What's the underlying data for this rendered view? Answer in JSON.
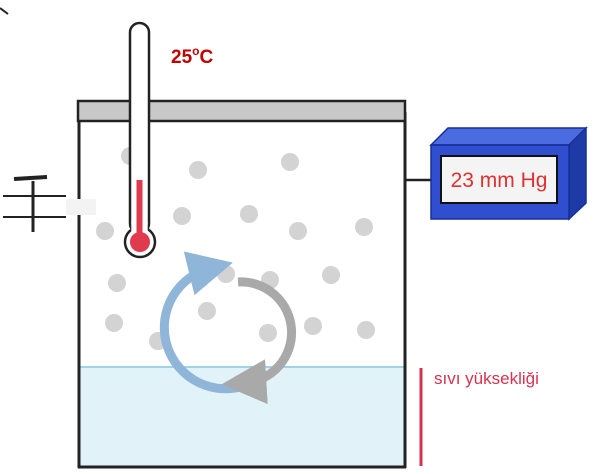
{
  "temperature": {
    "value": "25",
    "unit_sup": "o",
    "unit": "C"
  },
  "pressure_gauge": {
    "reading": "23 mm Hg"
  },
  "liquid_level_label": "sıvı yüksekliği",
  "colors": {
    "container_stroke": "#222222",
    "lid": "#c8c8c8",
    "liquid": "#e2f2f9",
    "liquid_surface": "#9fd3e6",
    "vapor_particle": "#d3d3d3",
    "thermometer_red": "#e03a4e",
    "temperature_text": "#c00000",
    "gauge_body": "#2f4fd0",
    "gauge_text": "#e03030",
    "level_bar": "#d6324e",
    "arrow_blue": "#8fb6d8",
    "arrow_gray": "#a9a9a9"
  }
}
